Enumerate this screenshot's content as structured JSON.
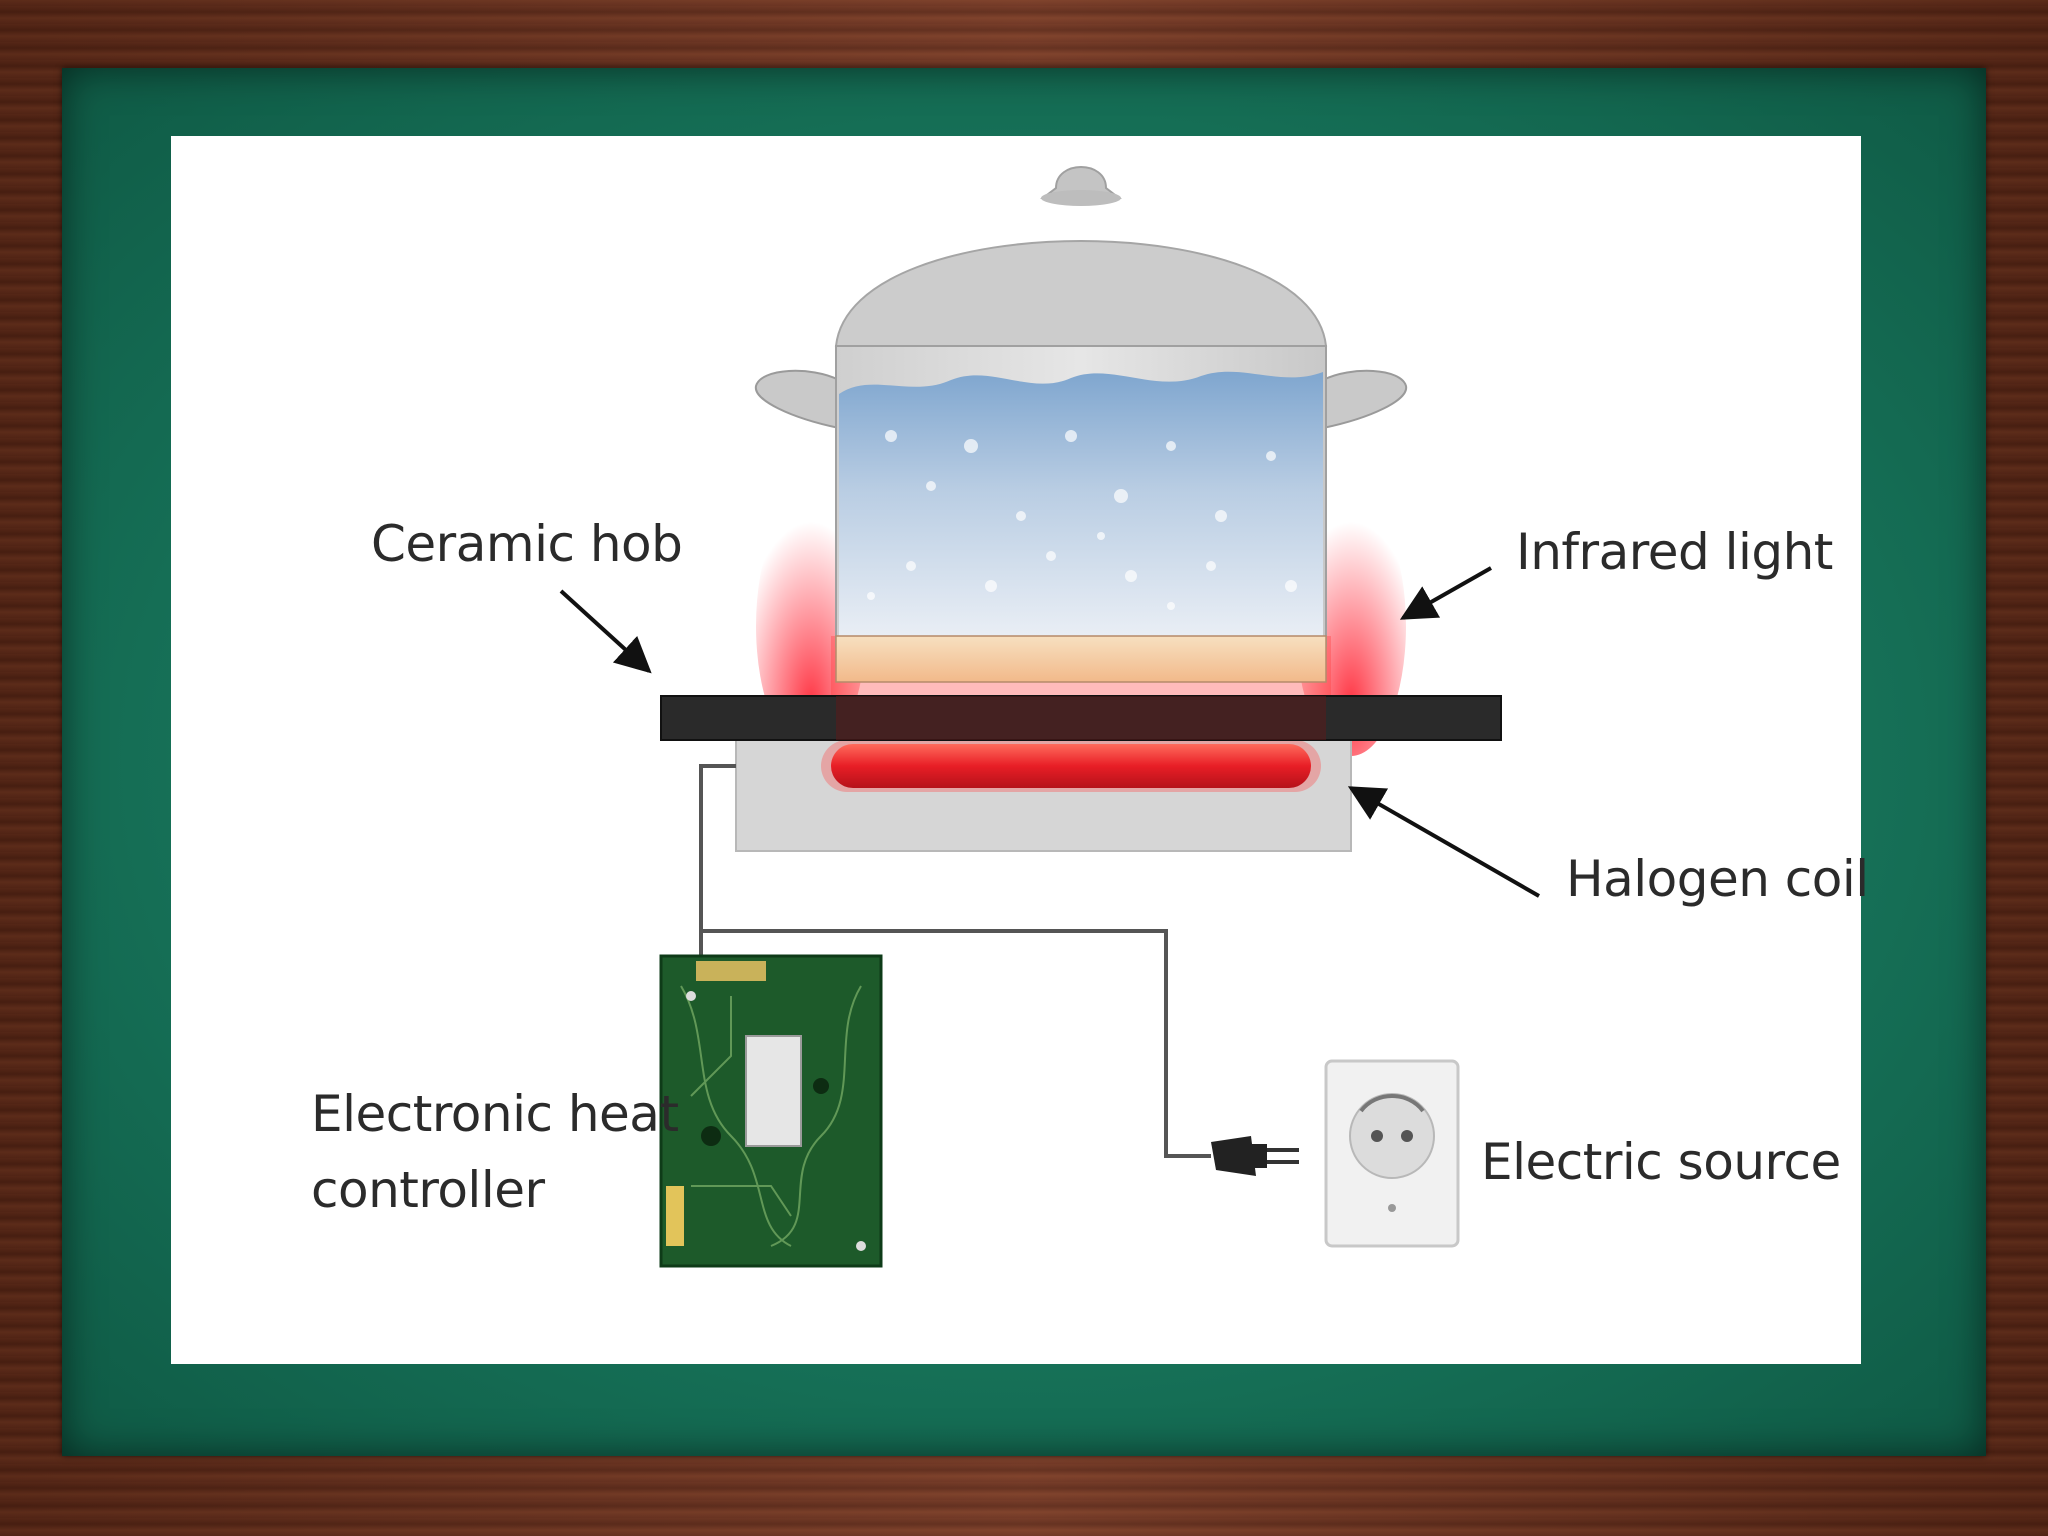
{
  "diagram": {
    "labels": {
      "ceramic_hob": "Ceramic hob",
      "infrared_light": "Infrared light",
      "halogen_coil": "Halogen coil",
      "heat_controller_line1": "Electronic heat",
      "heat_controller_line2": "controller",
      "electric_source": "Electric source"
    }
  },
  "colors": {
    "frame_wood": "#6b2f1c",
    "board_green": "#17745a",
    "glow_red": "#e8202a",
    "hob_black": "#2a2a2a",
    "pcb_green": "#1d5a2a"
  }
}
